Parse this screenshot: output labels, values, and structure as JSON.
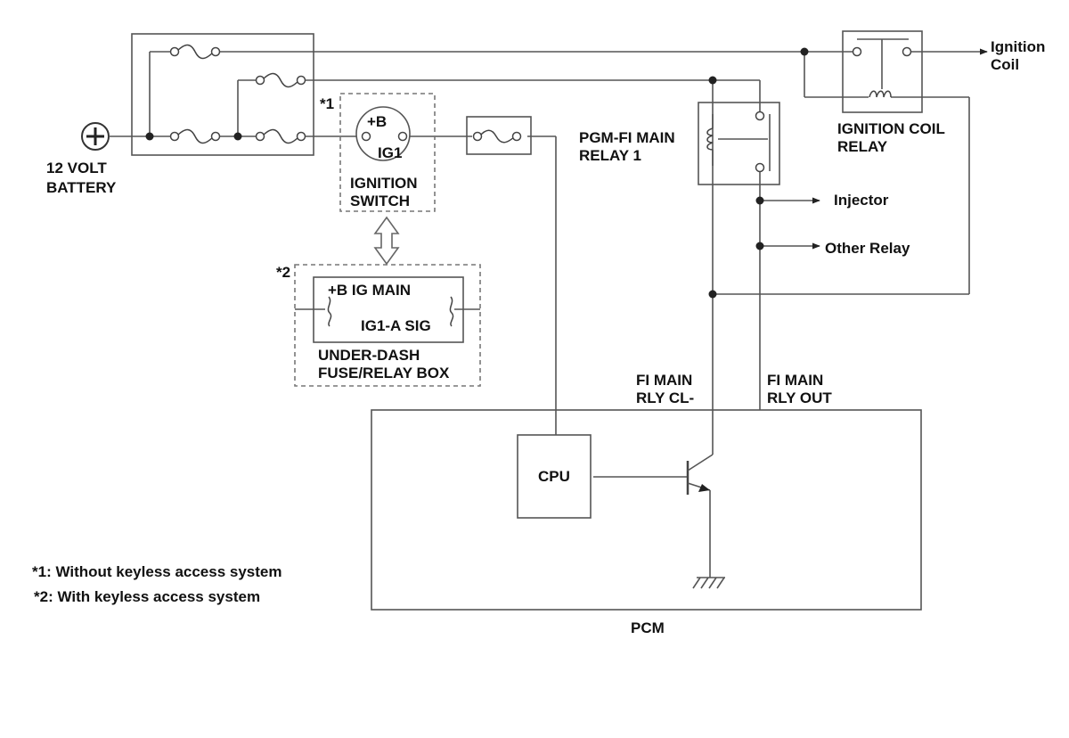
{
  "labels": {
    "ignition_coil": [
      "Ignition",
      "Coil"
    ],
    "battery": [
      "12 VOLT",
      "BATTERY"
    ],
    "star1": "*1",
    "star2": "*2",
    "switch_b": "+B",
    "switch_ig1": "IG1",
    "ignition_switch": [
      "IGNITION",
      "SWITCH"
    ],
    "pgm_relay": [
      "PGM-FI MAIN",
      "RELAY 1"
    ],
    "ign_coil_relay": [
      "IGNITION COIL",
      "RELAY"
    ],
    "injector": "Injector",
    "other_relay": "Other Relay",
    "ig_main": "+B IG MAIN",
    "ig1a_sig": "IG1-A SIG",
    "under_dash": [
      "UNDER-DASH",
      "FUSE/RELAY BOX"
    ],
    "fi_main_cl": [
      "FI MAIN",
      "RLY CL-"
    ],
    "fi_main_out": [
      "FI MAIN",
      "RLY OUT"
    ],
    "cpu": "CPU",
    "pcm": "PCM",
    "note1": "*1: Without keyless access system",
    "note2": "*2: With keyless access system"
  }
}
